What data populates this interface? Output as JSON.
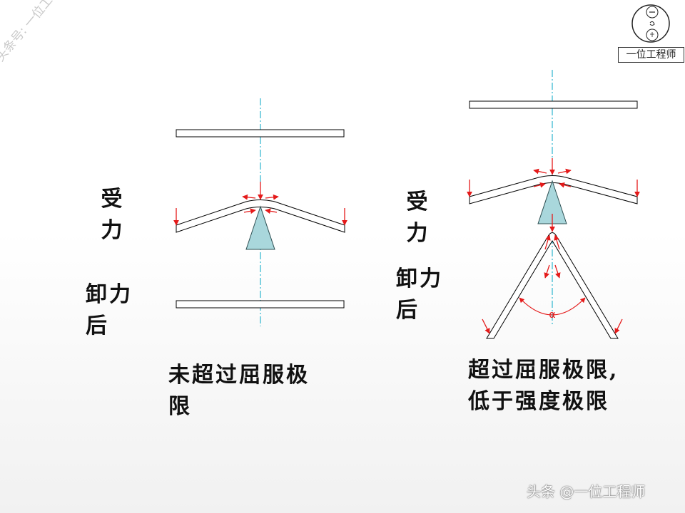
{
  "watermark": "头条号: 一位工程师",
  "logo": {
    "caption": "一位工程师"
  },
  "left_panel": {
    "loaded_label": [
      "受",
      "力"
    ],
    "unloaded_label": [
      "卸力",
      "后"
    ],
    "caption": [
      "未超过屈服极",
      "限"
    ]
  },
  "right_panel": {
    "loaded_label": [
      "受",
      "力"
    ],
    "unloaded_label": [
      "卸力",
      "后"
    ],
    "angle_symbol": "α",
    "caption": [
      "超过屈服极限,",
      "低于强度极限"
    ]
  },
  "footer": {
    "attribution": "头条 @一位工程师"
  },
  "colors": {
    "plate_outline": "#000000",
    "centerline": "#00a6c4",
    "force_arrow": "#e41a1a",
    "support_fill": "#a9d7dc",
    "support_stroke": "#2e4f52"
  }
}
